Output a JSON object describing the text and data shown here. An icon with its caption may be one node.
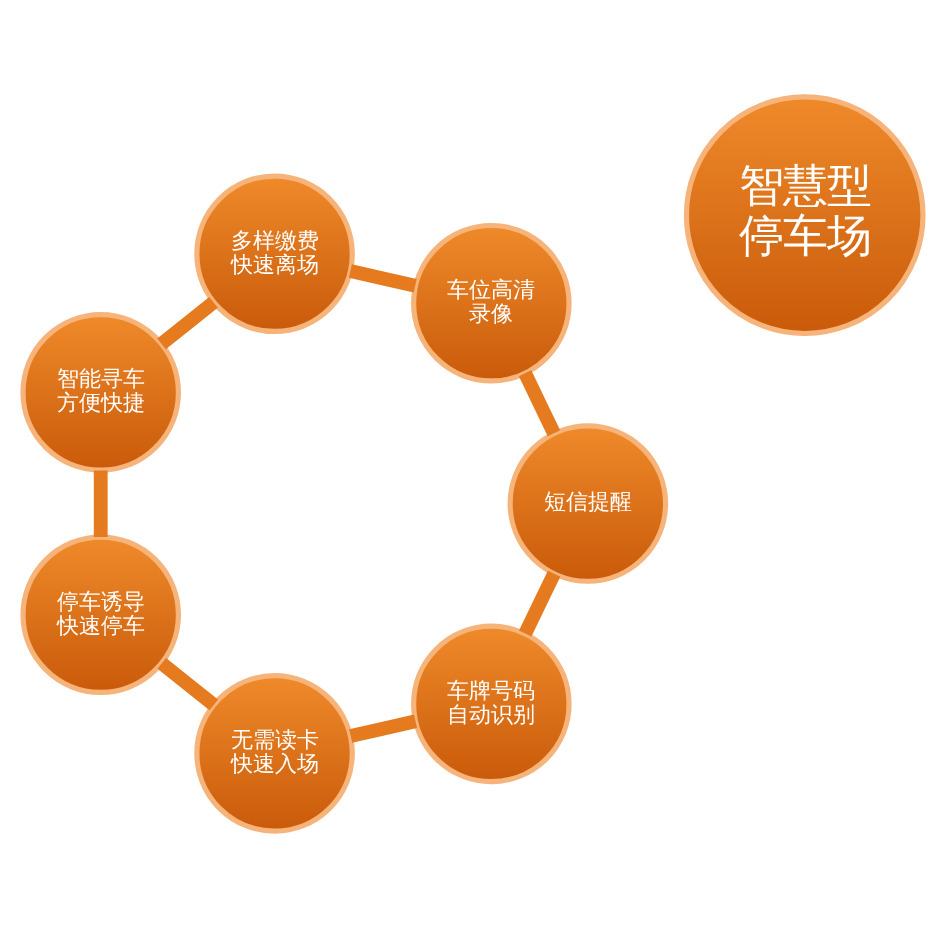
{
  "diagram": {
    "nodes": [
      {
        "text": [
          "智慧型停车场"
        ]
      },
      {
        "text": [
          "车牌号码自动识别"
        ]
      },
      {
        "text": [
          "无需读卡快速入场"
        ]
      },
      {
        "text": [
          "停车诱导快速停车"
        ]
      },
      {
        "text": [
          "智能寻车方便快捷"
        ]
      },
      {
        "text": [
          "多样缴费快速离场"
        ]
      },
      {
        "text": [
          "车位高清录像"
        ]
      },
      {
        "text": [
          "短信提醒"
        ]
      }
    ],
    "edges": [
      {
        "from": 1,
        "to": 2,
        "arrow": "none"
      },
      {
        "from": 2,
        "to": 3,
        "arrow": "none"
      },
      {
        "from": 3,
        "to": 4,
        "arrow": "none"
      },
      {
        "from": 4,
        "to": 5,
        "arrow": "none"
      },
      {
        "from": 5,
        "to": 6,
        "arrow": "none"
      },
      {
        "from": 6,
        "to": 7,
        "arrow": "none"
      },
      {
        "from": 7,
        "to": 1,
        "arrow": "none"
      }
    ]
  }
}
